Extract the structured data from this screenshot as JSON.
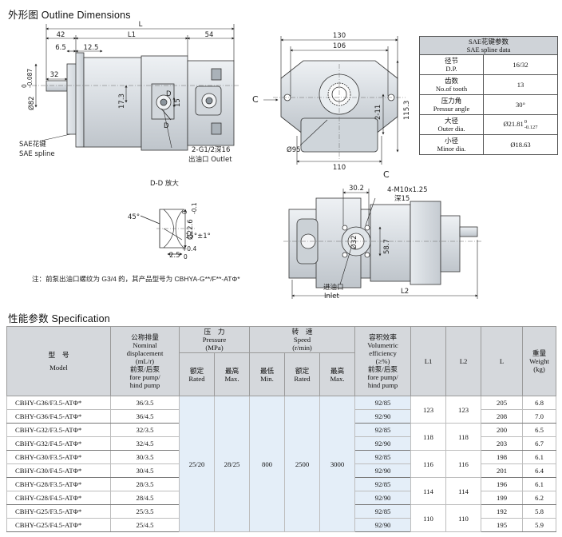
{
  "titles": {
    "outline": "外形图   Outline Dimensions",
    "spec": "性能参数   Specification"
  },
  "drawing": {
    "dims": {
      "L": "L",
      "d42": "42",
      "L1": "L1",
      "d54": "54",
      "d65": "6.5",
      "d125": "12.5",
      "d32": "32",
      "d82": "Ø82",
      "d82tol": "0",
      "d82tol2": "-0.087",
      "d173": "17.3",
      "d15": "15",
      "D": "D",
      "d130": "130",
      "d106": "106",
      "d211": "2-11",
      "d1153": "115.3",
      "d95": "Ø95",
      "d110": "110",
      "C": "C",
      "C2": "C",
      "d302": "30.2",
      "m10": "4-M10x1.25",
      "deep15": "深15",
      "d32b": "Ø32",
      "d587": "58.7",
      "L2": "L2"
    },
    "labels": {
      "spline_cn": "SAE花键",
      "spline_en": "SAE spline",
      "outlet_cn": "2-G1/2深16",
      "outlet_en": "出油口 Outlet",
      "inlet_cn": "进油口",
      "inlet_en": "Inlet",
      "dd_title": "D-D 放大",
      "ang45": "45°",
      "d226": "Ø22.6",
      "d226tol": "0",
      "d226tol2": "-0.1",
      "ang15": "15°±1°",
      "d25": "2.5",
      "d25tol": "+0.4",
      "d25tol2": "0"
    },
    "note": "注：前泵出油口螺纹为 G3/4 的，其产品型号为 CBHYA-G**/F**-ATΦ*"
  },
  "sae_table": {
    "header_cn": "SAE花键参数",
    "header_en": "SAE spline data",
    "rows": [
      {
        "cn": "径节",
        "en": "D.P.",
        "value": "16/32"
      },
      {
        "cn": "齿数",
        "en": "No.of tooth",
        "value": "13"
      },
      {
        "cn": "压力角",
        "en": "Pressur angle",
        "value": "30°"
      },
      {
        "cn": "大径",
        "en": "Outer dia.",
        "value": "Ø21.81",
        "tol_top": "0",
        "tol_bot": "-0.127"
      },
      {
        "cn": "小径",
        "en": "Minor dia.",
        "value": "Ø18.63"
      }
    ]
  },
  "spec": {
    "headers": {
      "model_cn": "型　号",
      "model_en": "Model",
      "disp_cn": "公称排量",
      "disp_en1": "Nominal",
      "disp_en2": "displacement",
      "disp_unit": "(mL/r)",
      "disp_sub_cn": "前泵/后泵",
      "disp_sub_en1": "fore pump/",
      "disp_sub_en2": "hind pump",
      "pressure_cn": "压　力",
      "pressure_en": "Pressure",
      "pressure_unit": "(MPa)",
      "rated_cn": "额定",
      "rated_en": "Rated",
      "max_cn": "最高",
      "max_en": "Max.",
      "speed_cn": "转　速",
      "speed_en": "Speed",
      "speed_unit": "(r/min)",
      "min_cn": "最低",
      "min_en": "Min.",
      "srated_cn": "额定",
      "srated_en": "Rated",
      "smax_cn": "最高",
      "smax_en": "Max.",
      "vol_cn": "容积效率",
      "vol_en1": "Volumetric",
      "vol_en2": "efficiency",
      "vol_unit": "(≥%)",
      "vol_sub_cn": "前泵/后泵",
      "vol_sub_en1": "fore pump/",
      "vol_sub_en2": "hind pump",
      "L1": "L1",
      "L2": "L2",
      "L": "L",
      "weight_cn": "重量",
      "weight_en": "Weight",
      "weight_unit": "(kg)"
    },
    "shared": {
      "pressure_rated": "25/20",
      "pressure_max": "28/25",
      "speed_min": "800",
      "speed_rated": "2500",
      "speed_max": "3000"
    },
    "rows": [
      {
        "model": "CBHY-G36/F3.5-ATΦ*",
        "disp": "36/3.5",
        "vol": "92/85",
        "L": "205",
        "weight": "6.8"
      },
      {
        "model": "CBHY-G36/F4.5-ATΦ*",
        "disp": "36/4.5",
        "vol": "92/90",
        "L": "208",
        "weight": "7.0"
      },
      {
        "model": "CBHY-G32/F3.5-ATΦ*",
        "disp": "32/3.5",
        "vol": "92/85",
        "L": "200",
        "weight": "6.5"
      },
      {
        "model": "CBHY-G32/F4.5-ATΦ*",
        "disp": "32/4.5",
        "vol": "92/90",
        "L": "203",
        "weight": "6.7"
      },
      {
        "model": "CBHY-G30/F3.5-ATΦ*",
        "disp": "30/3.5",
        "vol": "92/85",
        "L": "198",
        "weight": "6.1"
      },
      {
        "model": "CBHY-G30/F4.5-ATΦ*",
        "disp": "30/4.5",
        "vol": "92/90",
        "L": "201",
        "weight": "6.4"
      },
      {
        "model": "CBHY-G28/F3.5-ATΦ*",
        "disp": "28/3.5",
        "vol": "92/85",
        "L": "196",
        "weight": "6.1"
      },
      {
        "model": "CBHY-G28/F4.5-ATΦ*",
        "disp": "28/4.5",
        "vol": "92/90",
        "L": "199",
        "weight": "6.2"
      },
      {
        "model": "CBHY-G25/F3.5-ATΦ*",
        "disp": "25/3.5",
        "vol": "92/85",
        "L": "192",
        "weight": "5.8"
      },
      {
        "model": "CBHY-G25/F4.5-ATΦ*",
        "disp": "25/4.5",
        "vol": "92/90",
        "L": "195",
        "weight": "5.9"
      }
    ],
    "groups": [
      {
        "L1": "123",
        "L2": "123"
      },
      {
        "L1": "118",
        "L2": "118"
      },
      {
        "L1": "116",
        "L2": "116"
      },
      {
        "L1": "114",
        "L2": "114"
      },
      {
        "L1": "110",
        "L2": "110"
      }
    ]
  }
}
